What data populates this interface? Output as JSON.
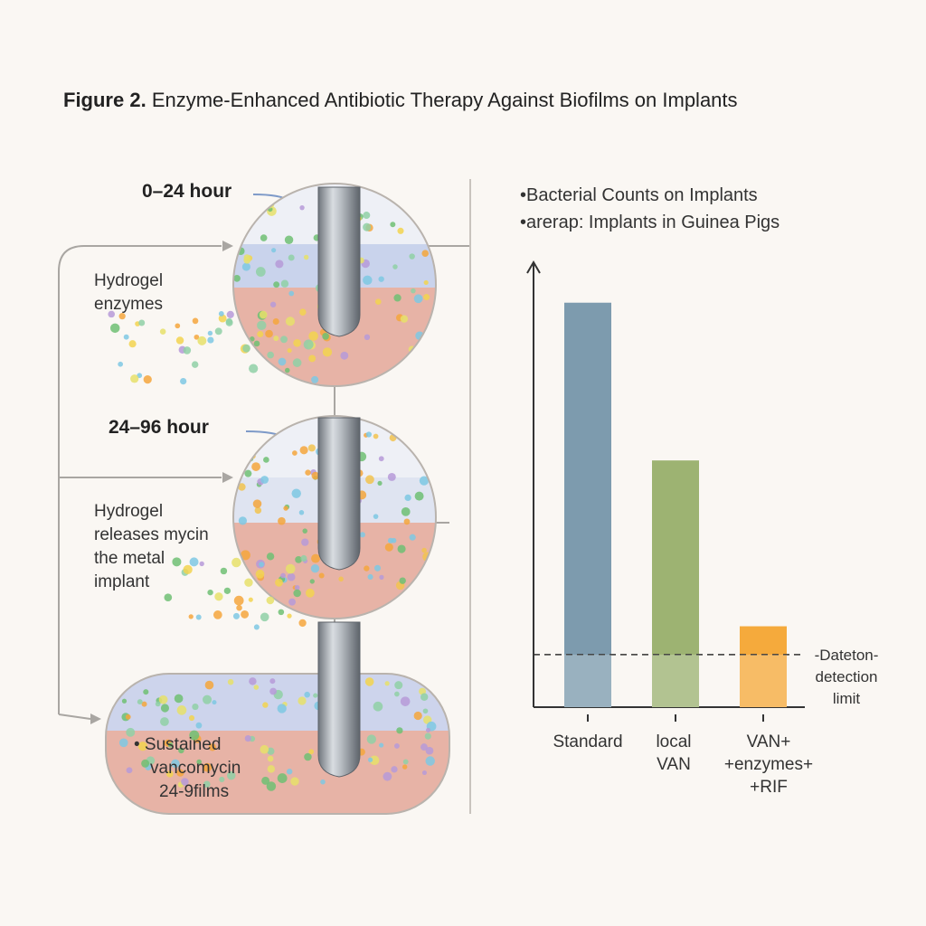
{
  "figure": {
    "label": "Figure 2.",
    "title": "Enzyme-Enhanced Antibiotic Therapy Against Biofilms on Implants"
  },
  "timeline": {
    "stage1": {
      "time": "0–24 hour",
      "text": [
        "Hydrogel",
        "enzymes"
      ]
    },
    "stage2": {
      "time": "24–96 hour",
      "text": [
        "Hydrogel",
        "releases mycin",
        "the metal",
        "implant"
      ]
    },
    "stage3": {
      "text": [
        "• Sustained",
        "vancomycin",
        "24-9films"
      ]
    }
  },
  "chart_data": {
    "type": "bar",
    "title_lines": [
      "•Bacterial Counts on Implants",
      "•arerap: Implants in Guinea Pigs"
    ],
    "categories": [
      [
        "Standard"
      ],
      [
        "local",
        "VAN"
      ],
      [
        "VAN+",
        "+enzymes+",
        "+RIF"
      ]
    ],
    "values": [
      100,
      61,
      20
    ],
    "ylim": [
      0,
      110
    ],
    "colors": [
      "#7d9bae",
      "#9db372",
      "#f5aa3c"
    ],
    "detection_limit": {
      "value": 13,
      "label": [
        "-Dateton-",
        "detection",
        "limit"
      ]
    },
    "grid": false
  },
  "colors": {
    "gel": "#c9d3ec",
    "tissue": "#e7b3a6",
    "implant": "#9aa0a6",
    "connector": "#a9a6a2"
  }
}
